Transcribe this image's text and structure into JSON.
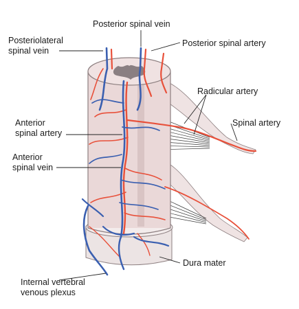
{
  "labels": {
    "posterior_spinal_vein": "Posterior spinal vein",
    "posterolateral_spinal_vein": [
      "Posteriolateral",
      "spinal vein"
    ],
    "posterior_spinal_artery": "Posterior spinal artery",
    "radicular_artery": "Radicular artery",
    "spinal_artery": "Spinal artery",
    "anterior_spinal_artery": [
      "Anterior",
      "spinal artery"
    ],
    "anterior_spinal_vein": [
      "Anterior",
      "spinal vein"
    ],
    "dura_mater": "Dura mater",
    "internal_vertebral_venous_plexus": [
      "Internal vertebral",
      "venous plexus"
    ]
  },
  "colors": {
    "artery": "#e8503a",
    "vein": "#3a5fb0",
    "cord": "#ead8d8",
    "grey_matter": "#8a7f82",
    "nerve": "#efe3e3",
    "leader": "#222222"
  }
}
